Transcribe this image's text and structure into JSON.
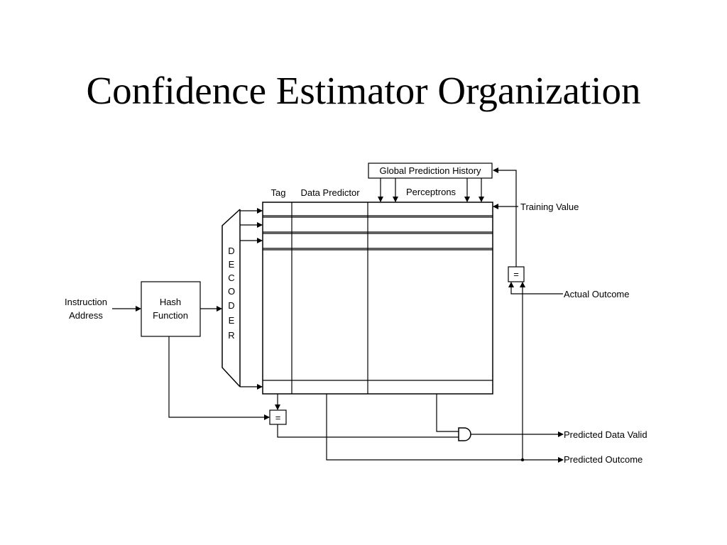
{
  "title": "Confidence Estimator Organization",
  "labels": {
    "global_history": "Global Prediction History",
    "tag": "Tag",
    "data_predictor": "Data Predictor",
    "perceptrons": "Perceptrons",
    "training_value": "Training Value",
    "actual_outcome": "Actual Outcome",
    "instruction_address_line1": "Instruction",
    "instruction_address_line2": "Address",
    "hash_line1": "Hash",
    "hash_line2": "Function",
    "decoder_letters": [
      "D",
      "E",
      "C",
      "O",
      "D",
      "E",
      "R"
    ],
    "equals": "=",
    "predicted_data_valid": "Predicted Data Valid",
    "predicted_outcome": "Predicted Outcome"
  }
}
